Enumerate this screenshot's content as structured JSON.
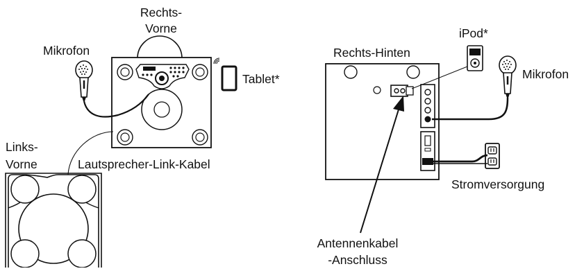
{
  "labels": {
    "right_front_line1": "Rechts-",
    "right_front_line2": "Vorne",
    "microphone_left": "Mikrofon",
    "tablet": "Tablet*",
    "left_front_line1": "Links-",
    "left_front_line2": "Vorne",
    "speaker_link_cable": "Lautsprecher-Link-Kabel",
    "ipod": "iPod*",
    "right_rear": "Rechts-Hinten",
    "microphone_right": "Mikrofon",
    "power_supply": "Stromversorgung",
    "antenna_line1": "Antennenkabel",
    "antenna_line2": "-Anschluss"
  }
}
